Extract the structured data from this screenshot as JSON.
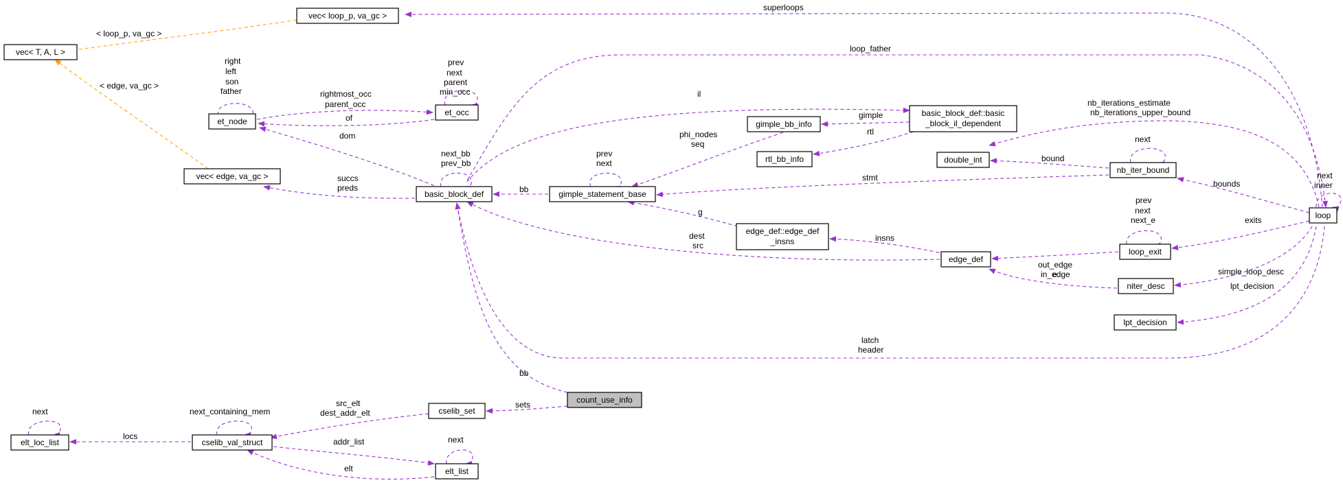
{
  "nodes": {
    "vec_tal": "vec< T, A, L >",
    "vec_loop_p": "vec< loop_p, va_gc >",
    "vec_edge": "vec< edge, va_gc >",
    "et_node": "et_node",
    "et_occ": "et_occ",
    "basic_block_def": "basic_block_def",
    "il_dep_line1": "basic_block_def::basic",
    "il_dep_line2": "_block_il_dependent",
    "gimple_bb_info": "gimple_bb_info",
    "rtl_bb_info": "rtl_bb_info",
    "gimple_statement_base": "gimple_statement_base",
    "double_int": "double_int",
    "nb_iter_bound": "nb_iter_bound",
    "loop": "loop",
    "edge_def_insns_line1": "edge_def::edge_def",
    "edge_def_insns_line2": "_insns",
    "edge_def": "edge_def",
    "loop_exit": "loop_exit",
    "niter_desc": "niter_desc",
    "lpt_decision": "lpt_decision",
    "count_use_info": "count_use_info",
    "cselib_set": "cselib_set",
    "cselib_val_struct": "cselib_val_struct",
    "elt_loc_list": "elt_loc_list",
    "elt_list": "elt_list"
  },
  "edge_labels": {
    "loop_p_va_gc": "< loop_p, va_gc >",
    "edge_va_gc": "< edge, va_gc >",
    "superloops": "superloops",
    "loop_father": "loop_father",
    "et_node_self": [
      "right",
      "left",
      "son",
      "father"
    ],
    "et_occ_self": [
      "prev",
      "next",
      "parent",
      "min_occ"
    ],
    "rightmost_parent_occ": [
      "rightmost_occ",
      "parent_occ"
    ],
    "of": "of",
    "dom": "dom",
    "il": "il",
    "phi_nodes_seq": [
      "phi_nodes",
      "seq"
    ],
    "gimple": "gimple",
    "rtl": "rtl",
    "gsb_self": [
      "prev",
      "next"
    ],
    "bb_self": [
      "next_bb",
      "prev_bb"
    ],
    "succs_preds": [
      "succs",
      "preds"
    ],
    "bb": "bb",
    "nb_iterations": [
      "nb_iterations_estimate",
      "nb_iterations_upper_bound"
    ],
    "nib_self": "next",
    "bound": "bound",
    "stmt": "stmt",
    "bounds": "bounds",
    "loop_self": [
      "next",
      "inner"
    ],
    "g": "g",
    "dest_src": [
      "dest",
      "src"
    ],
    "insns": "insns",
    "loop_exit_self": [
      "prev",
      "next",
      "next_e"
    ],
    "exits": "exits",
    "e": "e",
    "out_in_edge": [
      "out_edge",
      "in_edge"
    ],
    "simple_loop_desc": "simple_loop_desc",
    "lpt_decision": "lpt_decision",
    "latch_header": [
      "latch",
      "header"
    ],
    "bb_cui": "bb",
    "sets": "sets",
    "src_dest_elt": [
      "src_elt",
      "dest_addr_elt"
    ],
    "ncm_self": "next_containing_mem",
    "ell_self": "next",
    "locs": "locs",
    "addr_list": "addr_list",
    "elt_list_self": "next",
    "elt": "elt"
  },
  "colors": {
    "member_edge": "#9a32cd",
    "template_edge": "#ffa500",
    "highlight_node": "#bfbfbf"
  }
}
